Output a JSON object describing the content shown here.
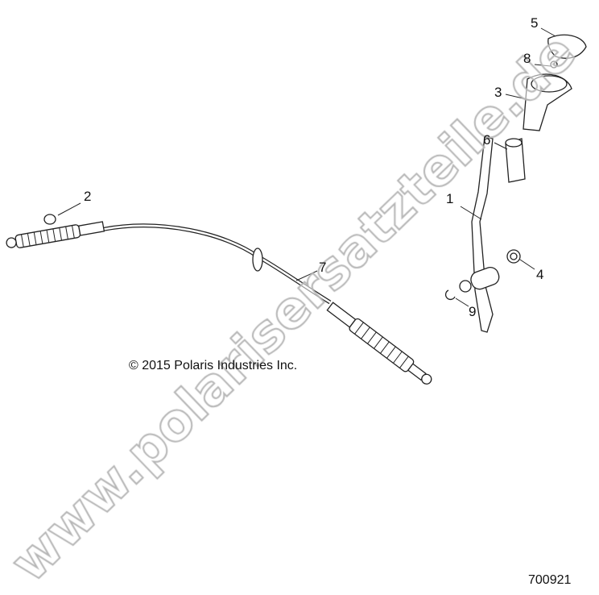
{
  "callouts": [
    "1",
    "2",
    "3",
    "4",
    "5",
    "6",
    "7",
    "8",
    "9"
  ],
  "copyright": "© 2015 Polaris Industries Inc.",
  "diagram_number": "700921",
  "watermark": "www.polarisersatzteile.de"
}
